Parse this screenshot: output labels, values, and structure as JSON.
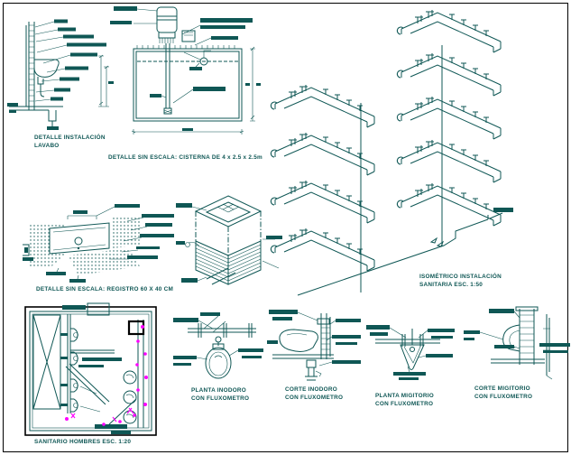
{
  "colors": {
    "ink": "#0f5755",
    "black": "#000000",
    "magenta": "#ff00ff",
    "background": "#ffffff"
  },
  "captions": {
    "lavabo_line1": "DETALLE INSTALACIÓN",
    "lavabo_line2": "LAVABO",
    "cisterna": "DETALLE SIN ESCALA: CISTERNA DE 4 x 2.5 x 2.5m",
    "registro": "DETALLE SIN ESCALA: REGISTRO 60 X 40 CM",
    "isometrico_line1": "ISOMÉTRICO  INSTALACIÓN",
    "isometrico_line2": "SANITARIA ESC. 1:50",
    "sanitario": "SANITARIO HOMBRES ESC. 1:20",
    "planta_inodoro_line1": "PLANTA INODORO",
    "planta_inodoro_line2": "CON FLUXOMETRO",
    "corte_inodoro_line1": "CORTE INODORO",
    "corte_inodoro_line2": "CON FLUXOMETRO",
    "planta_migitorio_line1": "PLANTA MIGITORIO",
    "planta_migitorio_line2": "CON FLUXOMETRO",
    "corte_migitorio_line1": "CORTE MIGITORIO",
    "corte_migitorio_line2": "CON FLUXOMETRO"
  }
}
